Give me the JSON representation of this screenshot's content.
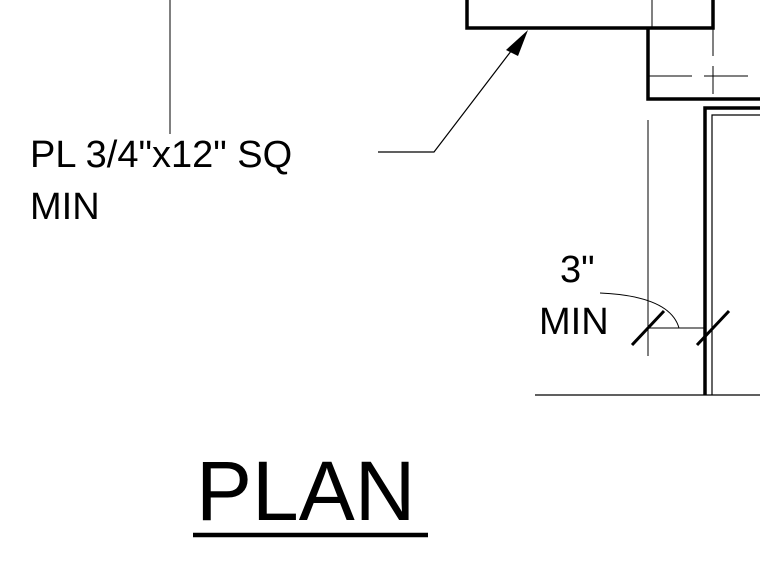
{
  "plate_note": {
    "line1": "PL 3/4\"x12\" SQ",
    "line2": "MIN"
  },
  "clearance_note": {
    "line1": "3\"",
    "line2": "MIN"
  },
  "view_title": "PLAN",
  "colors": {
    "background": "#ffffff",
    "linework": "#000000"
  }
}
